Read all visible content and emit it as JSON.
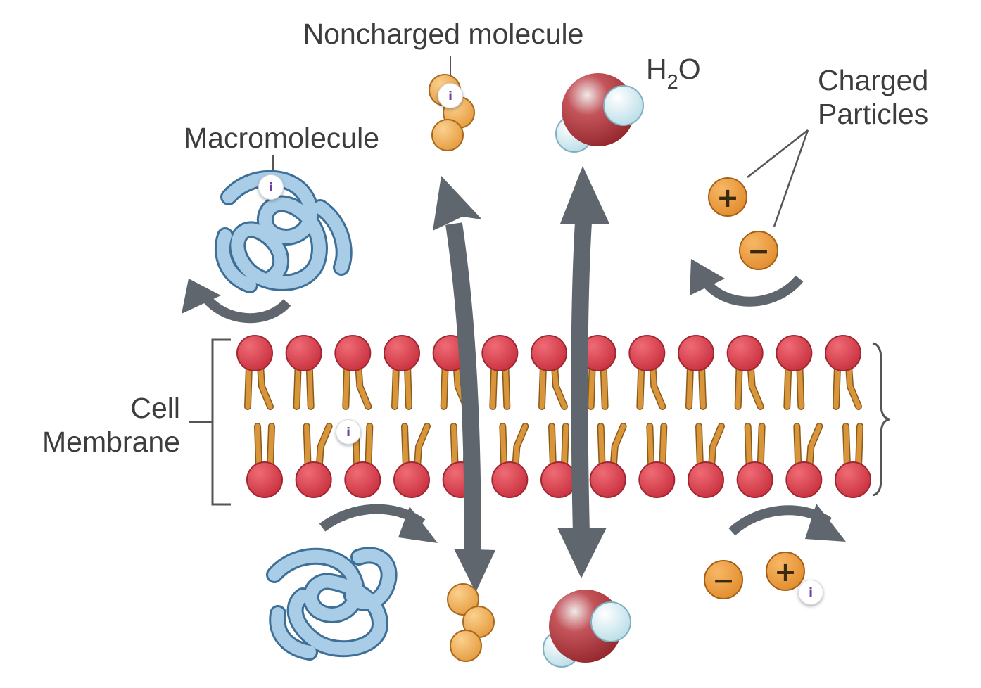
{
  "labels": {
    "noncharged": "Noncharged molecule",
    "water_main": "H",
    "water_sub": "2",
    "water_o": "O",
    "charged_line1": "Charged",
    "charged_line2": "Particles",
    "macromolecule": "Macromolecule",
    "cell_line1": "Cell",
    "cell_line2": "Membrane"
  },
  "charges": {
    "positive": "+",
    "negative": "−"
  },
  "info_buttons": [
    {
      "id": "noncharged-molecule",
      "glyph": "i"
    },
    {
      "id": "macromolecule",
      "glyph": "i"
    },
    {
      "id": "cell-membrane",
      "glyph": "i"
    },
    {
      "id": "charged-particles",
      "glyph": "i"
    }
  ],
  "colors": {
    "head": "#d8404e",
    "tail": "#d9953a",
    "arrow": "#5f666e",
    "protein": "#a9cde6",
    "orange_ball": "#f2b05a",
    "oxygen": "#b4343b",
    "hydrogen": "#d8eef4",
    "info_glyph": "#6b3fa0"
  }
}
